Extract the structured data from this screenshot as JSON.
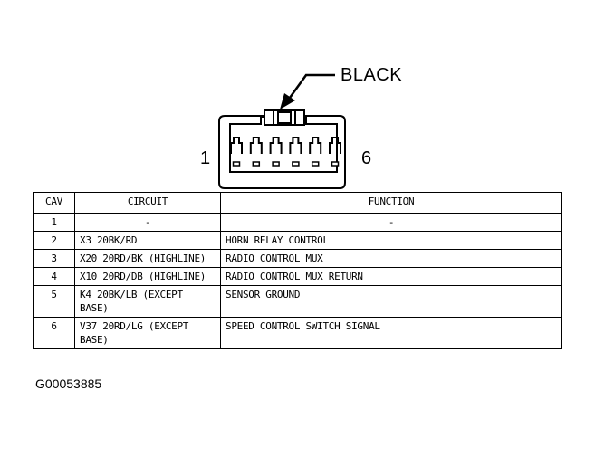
{
  "connector": {
    "color_label": "BLACK",
    "pin_first_label": "1",
    "pin_last_label": "6",
    "pin_count": 6
  },
  "table": {
    "headers": {
      "cav": "CAV",
      "circuit": "CIRCUIT",
      "function": "FUNCTION"
    },
    "rows": [
      {
        "cav": "1",
        "circuit": "-",
        "function": "-"
      },
      {
        "cav": "2",
        "circuit": "X3 20BK/RD",
        "function": "HORN RELAY CONTROL"
      },
      {
        "cav": "3",
        "circuit": "X20 20RD/BK (HIGHLINE)",
        "function": "RADIO CONTROL MUX"
      },
      {
        "cav": "4",
        "circuit": "X10 20RD/DB (HIGHLINE)",
        "function": "RADIO CONTROL MUX RETURN"
      },
      {
        "cav": "5",
        "circuit": "K4 20BK/LB (EXCEPT BASE)",
        "function": "SENSOR GROUND"
      },
      {
        "cav": "6",
        "circuit": "V37 20RD/LG (EXCEPT BASE)",
        "function": "SPEED CONTROL SWITCH SIGNAL"
      }
    ]
  },
  "figure_id": "G00053885"
}
